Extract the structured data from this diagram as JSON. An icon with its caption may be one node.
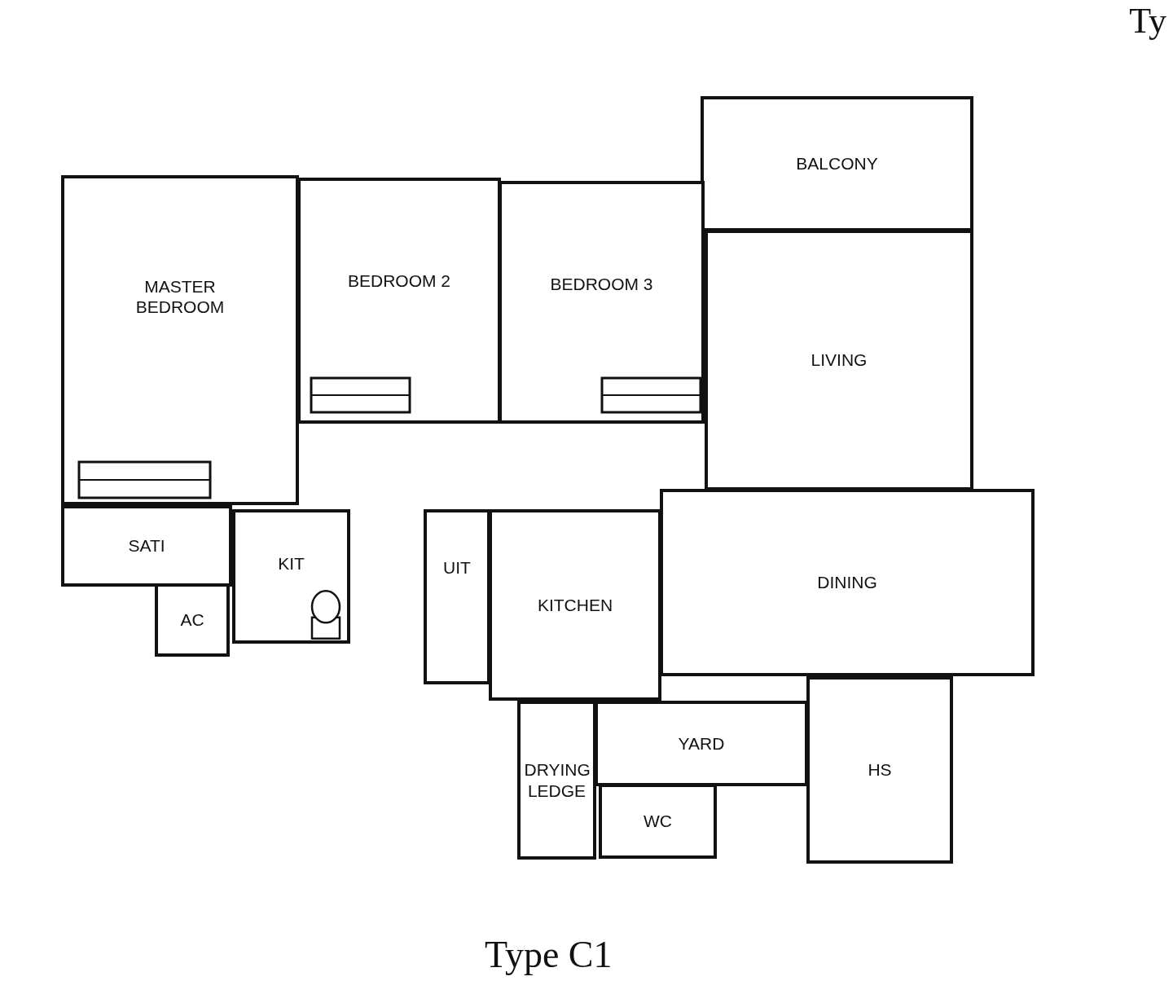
{
  "diagram": {
    "title": "Ty",
    "caption": "Type C1",
    "nodes": [
      {
        "text": [
          "BALCONY"
        ]
      },
      {
        "text": [
          "MASTER BEDROOM"
        ]
      },
      {
        "text": [
          "BEDROOM 2"
        ]
      },
      {
        "text": [
          "BEDROOM 3"
        ]
      },
      {
        "text": [
          "LIVING"
        ]
      },
      {
        "text": [
          "SATI"
        ]
      },
      {
        "text": [
          "KIT"
        ]
      },
      {
        "text": [
          "UIT"
        ]
      },
      {
        "text": [
          "KITCHEN"
        ]
      },
      {
        "text": [
          "DINING"
        ]
      },
      {
        "text": [
          "AC"
        ]
      },
      {
        "text": [
          "YARD"
        ]
      },
      {
        "text": [
          "HS"
        ]
      },
      {
        "text": [
          "DRYING LEDGE"
        ]
      },
      {
        "text": [
          "WC"
        ]
      }
    ],
    "edges": []
  }
}
